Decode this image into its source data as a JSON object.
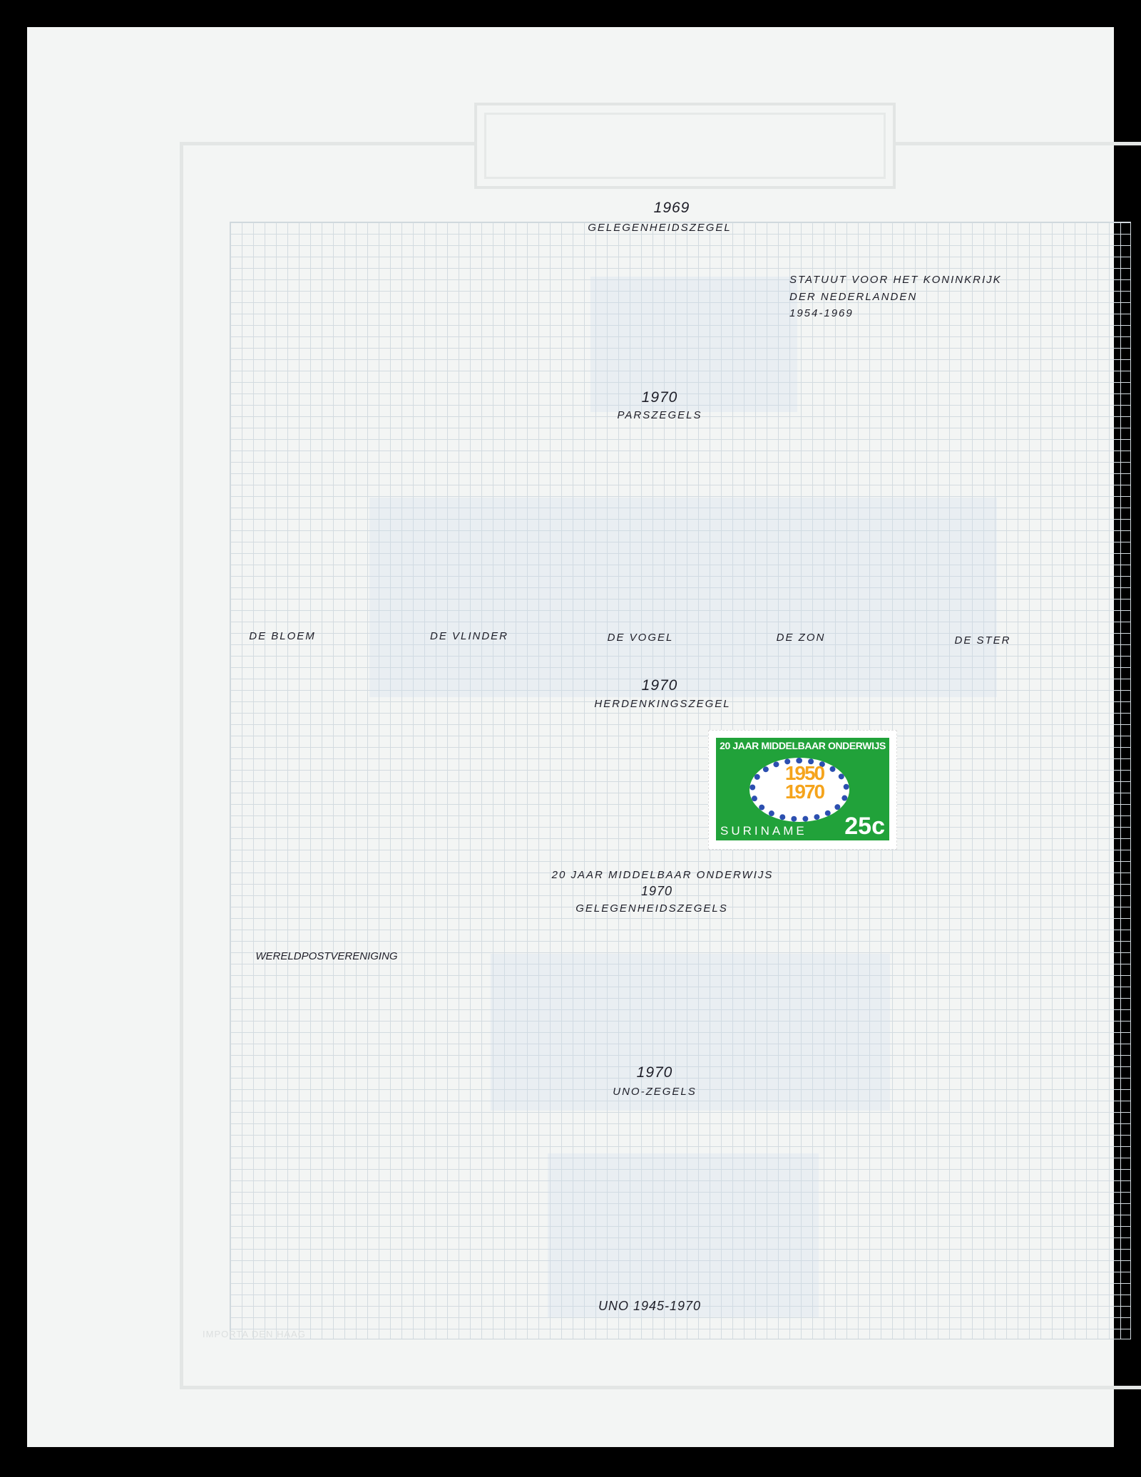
{
  "sections": [
    {
      "year": "1969",
      "title": "GELEGENHEIDSZEGEL"
    },
    {
      "year": "1970",
      "title": "PARSZEGELS"
    },
    {
      "year": "1970",
      "title": "HERDENKINGSZEGEL"
    },
    {
      "year": "1970",
      "title": "UNO-ZEGELS"
    }
  ],
  "statuut": [
    "STATUUT VOOR HET KONINKRIJK",
    "DER NEDERLANDEN",
    "1954-1969"
  ],
  "pars_labels": [
    "DE BLOEM",
    "DE VLINDER",
    "DE VOGEL",
    "DE ZON",
    "DE STER"
  ],
  "onderwijs": {
    "line1": "20 JAAR MIDDELBAAR ONDERWIJS",
    "year": "1970",
    "line2": "GELEGENHEIDSZEGELS"
  },
  "wereld": "WERELDPOSTVERENIGING",
  "uno": "UNO 1945-1970",
  "imprint": "IMPORTA DEN HAAG",
  "stamp": {
    "top": "20 JAAR MIDDELBAAR ONDERWIJS",
    "dates": [
      "1950",
      "1970"
    ],
    "country": "SURINAME",
    "value": "25c",
    "color": "#21a23a"
  }
}
